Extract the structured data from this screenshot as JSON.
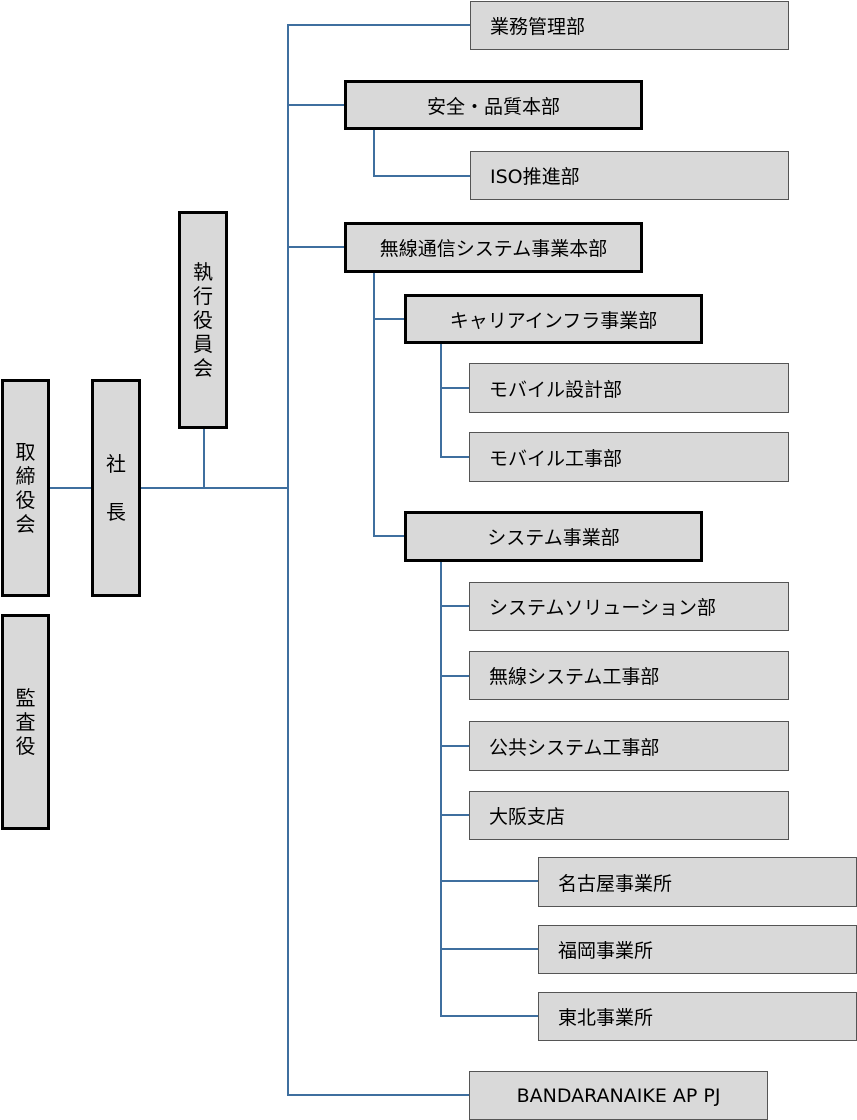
{
  "org_chart": {
    "board": {
      "label": "取締役会"
    },
    "auditor": {
      "label": "監査役"
    },
    "president": {
      "label": "社長"
    },
    "executive_committee": {
      "label": "執行役員会"
    },
    "business_management": {
      "label": "業務管理部"
    },
    "safety_quality": {
      "label": "安全・品質本部"
    },
    "iso_promotion": {
      "label": "ISO推進部"
    },
    "wireless_systems_hq": {
      "label": "無線通信システム事業本部"
    },
    "carrier_infra": {
      "label": "キャリアインフラ事業部"
    },
    "mobile_design": {
      "label": "モバイル設計部"
    },
    "mobile_construction": {
      "label": "モバイル工事部"
    },
    "systems_division": {
      "label": "システム事業部"
    },
    "system_solutions": {
      "label": "システムソリューション部"
    },
    "wireless_construction": {
      "label": "無線システム工事部"
    },
    "public_construction": {
      "label": "公共システム工事部"
    },
    "osaka_branch": {
      "label": "大阪支店"
    },
    "nagoya_office": {
      "label": "名古屋事業所"
    },
    "fukuoka_office": {
      "label": "福岡事業所"
    },
    "tohoku_office": {
      "label": "東北事業所"
    },
    "bandaranaike_project": {
      "label": "BANDARANAIKE AP PJ"
    }
  },
  "colors": {
    "box_fill": "#d9d9d9",
    "connector": "#3f6f9f",
    "border": "#000000"
  }
}
